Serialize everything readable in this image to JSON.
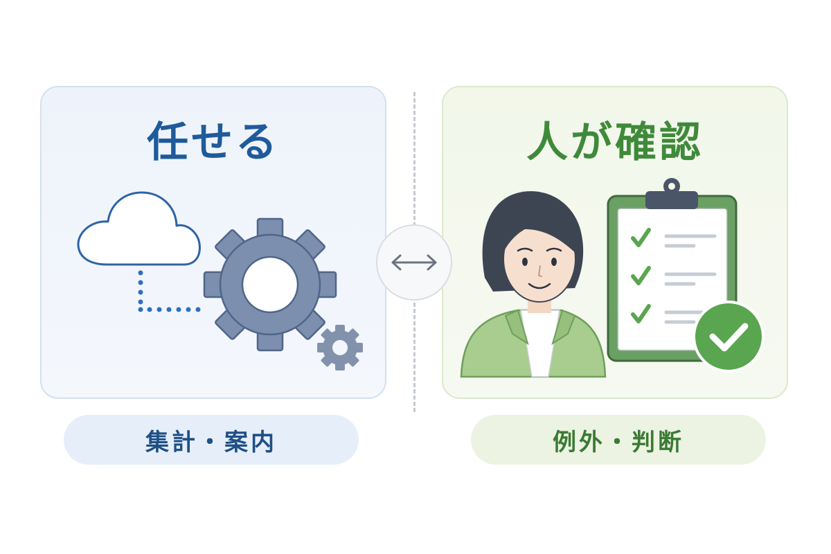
{
  "left_panel": {
    "title": "任せる",
    "caption": "集計・案内",
    "icons": [
      "cloud-icon",
      "gear-icon",
      "small-gear-icon"
    ]
  },
  "right_panel": {
    "title": "人が確認",
    "caption": "例外・判断",
    "icons": [
      "person-icon",
      "clipboard-checklist-icon",
      "check-badge-icon"
    ]
  },
  "center": {
    "icon": "left-right-arrow-icon"
  },
  "colors": {
    "left_accent": "#1f5a9c",
    "right_accent": "#3f8a3a",
    "gear": "#7c8fae",
    "check_green": "#5aa54f"
  }
}
